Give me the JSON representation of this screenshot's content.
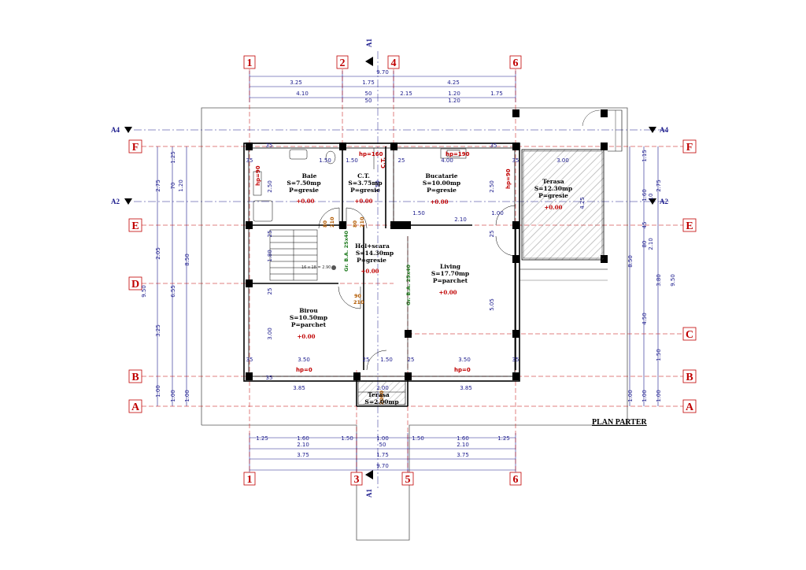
{
  "title": "PLAN PARTER",
  "axes": {
    "top": [
      "1",
      "2",
      "4",
      "6"
    ],
    "bottom": [
      "1",
      "3",
      "5",
      "6"
    ],
    "left": [
      "F",
      "E",
      "D",
      "B",
      "A"
    ],
    "right": [
      "F",
      "E",
      "C",
      "B",
      "A"
    ]
  },
  "sections": {
    "a1_top": "A1",
    "a1_bottom": "A1",
    "a4_left": "A4",
    "a4_right": "A4",
    "a2_left": "A2",
    "a2_right": "A2"
  },
  "rooms": [
    {
      "name": "Baie",
      "area": "S=7.50mp",
      "floor": "P=gresie",
      "level": "+0.00"
    },
    {
      "name": "C.T.",
      "area": "S=3.75mp",
      "floor": "P=gresie",
      "level": "+0.00"
    },
    {
      "name": "Bucatarie",
      "area": "S=10.00mp",
      "floor": "P=gresie",
      "level": "+0.00"
    },
    {
      "name": "Terasa",
      "area": "S=12.30mp",
      "floor": "P=gresie",
      "level": "+0.00"
    },
    {
      "name": "Hol+scara",
      "area": "S=14.30mp",
      "floor": "P=gresie",
      "level": "+0.00"
    },
    {
      "name": "Living",
      "area": "S=17.70mp",
      "floor": "P=parchet",
      "level": "+0.00"
    },
    {
      "name": "Birou",
      "area": "S=10.50mp",
      "floor": "P=parchet",
      "level": "+0.00"
    },
    {
      "name": "Terasa",
      "area": "S=2.00mp"
    }
  ],
  "top_dims": {
    "total": "9.70",
    "row1": [
      "3.25",
      "1.75",
      "4.25"
    ],
    "row2": [
      "4.10",
      "50",
      "2.15",
      "1.20",
      "1.75"
    ],
    "row2b": [
      "50",
      "1.20"
    ]
  },
  "bottom_dims": {
    "row1": [
      "1.25",
      "1.60",
      "1.50",
      "1.00",
      "1.50",
      "1.60",
      "1.25"
    ],
    "row2": [
      "2.10",
      "2.10"
    ],
    "row3": [
      "3.75",
      "1.75",
      "3.75"
    ],
    "total": "9.70"
  },
  "left_dims": [
    "1.25",
    "70",
    "1.20",
    "2.75",
    "2.05",
    "8.50",
    "6.55",
    "9.50",
    "3.25",
    "1.00",
    "1.00",
    "1.00"
  ],
  "right_dims": [
    "1.15",
    "1.60",
    "2.75",
    "10",
    "80",
    "45",
    "2.10",
    "8.50",
    "3.80",
    "9.50",
    "4.50",
    "1.50",
    "1.00",
    "1.00",
    "1.00"
  ],
  "interior_dims": [
    "35",
    "35",
    "35",
    "35",
    "2.50",
    "1.50",
    "25",
    "3.00",
    "2.50",
    "1.50",
    "2.10",
    "1.00",
    "4.00",
    "4.25",
    "2.50",
    "1.80",
    "25",
    "25",
    "25",
    "3.00",
    "5.05",
    "3.50",
    "1.50",
    "3.50",
    "35",
    "25",
    "25",
    "35",
    "3.85",
    "2.00",
    "3.85",
    "1.50",
    "35"
  ],
  "hp_labels": [
    "hp=90",
    "hp=160",
    "hp=190",
    "hp=90",
    "hp=0",
    "hp=0"
  ],
  "beam_labels": [
    "Gr. B.A. 25x40",
    "Gr. B.A. 25x40"
  ],
  "door_labels": [
    "80",
    "210",
    "80",
    "210",
    "90",
    "210",
    "90",
    "200"
  ],
  "stair_note": "16 x 18 = 2.90",
  "ct_label": "C.T."
}
